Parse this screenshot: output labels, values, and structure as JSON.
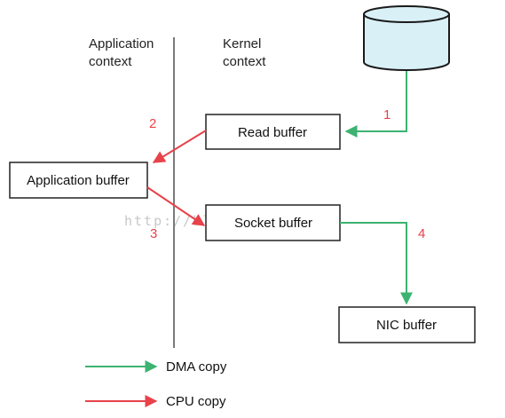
{
  "contexts": {
    "application": [
      "Application",
      "context"
    ],
    "kernel": [
      "Kernel",
      "context"
    ]
  },
  "boxes": {
    "read_buffer": "Read buffer",
    "application_buffer": "Application buffer",
    "socket_buffer": "Socket buffer",
    "nic_buffer": "NIC buffer"
  },
  "steps": {
    "dma_1": "1",
    "cpu_2": "2",
    "cpu_3": "3",
    "dma_4": "4"
  },
  "legend": {
    "dma_label": "DMA copy",
    "cpu_label": "CPU copy"
  },
  "watermark": "http://blog.csdn.net/",
  "colors": {
    "dma": "#3cb371",
    "cpu": "#e8424a",
    "disk_fill": "#d9f0f7",
    "disk_stroke": "#1a1a1a",
    "divider": "#7a7a7a"
  }
}
